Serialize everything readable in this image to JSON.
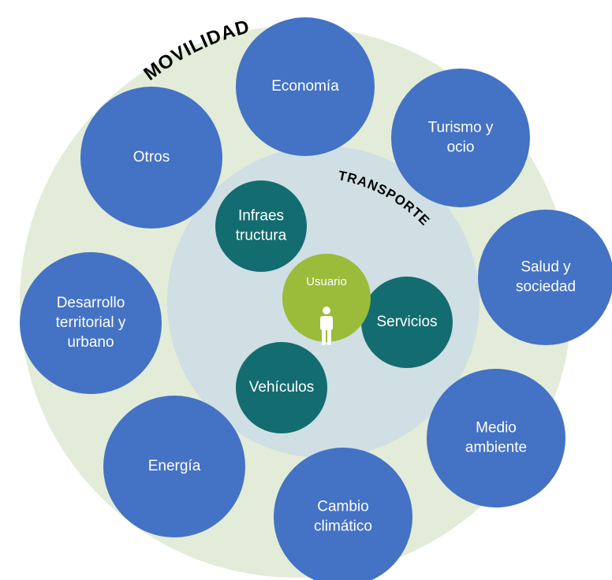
{
  "outer_label": "MOVILIDAD",
  "inner_label": "TRANSPORTE",
  "center": {
    "label": "Usuario",
    "icon": "person-icon"
  },
  "transport_items": [
    {
      "key": "infraestructura",
      "lines": [
        "Infraes",
        "tructura"
      ]
    },
    {
      "key": "servicios",
      "lines": [
        "Servicios"
      ]
    },
    {
      "key": "vehiculos",
      "lines": [
        "Vehículos"
      ]
    }
  ],
  "mobility_items": [
    {
      "key": "economia",
      "lines": [
        "Economía"
      ]
    },
    {
      "key": "turismo",
      "lines": [
        "Turismo y",
        "ocio"
      ]
    },
    {
      "key": "salud",
      "lines": [
        "Salud y",
        "sociedad"
      ]
    },
    {
      "key": "medio-ambiente",
      "lines": [
        "Medio",
        "ambiente"
      ]
    },
    {
      "key": "cambio-climatico",
      "lines": [
        "Cambio",
        "climático"
      ]
    },
    {
      "key": "energia",
      "lines": [
        "Energía"
      ]
    },
    {
      "key": "desarrollo",
      "lines": [
        "Desarrollo",
        "territorial y",
        "urbano"
      ]
    },
    {
      "key": "otros",
      "lines": [
        "Otros"
      ]
    }
  ],
  "colors": {
    "outer_ring": "#e2ecd8",
    "inner_ring": "#cfdfe4",
    "mobility_circle": "#4472c4",
    "transport_circle": "#136c70",
    "center_circle": "#9bbb3b",
    "text": "#ffffff",
    "label": "#000000"
  }
}
